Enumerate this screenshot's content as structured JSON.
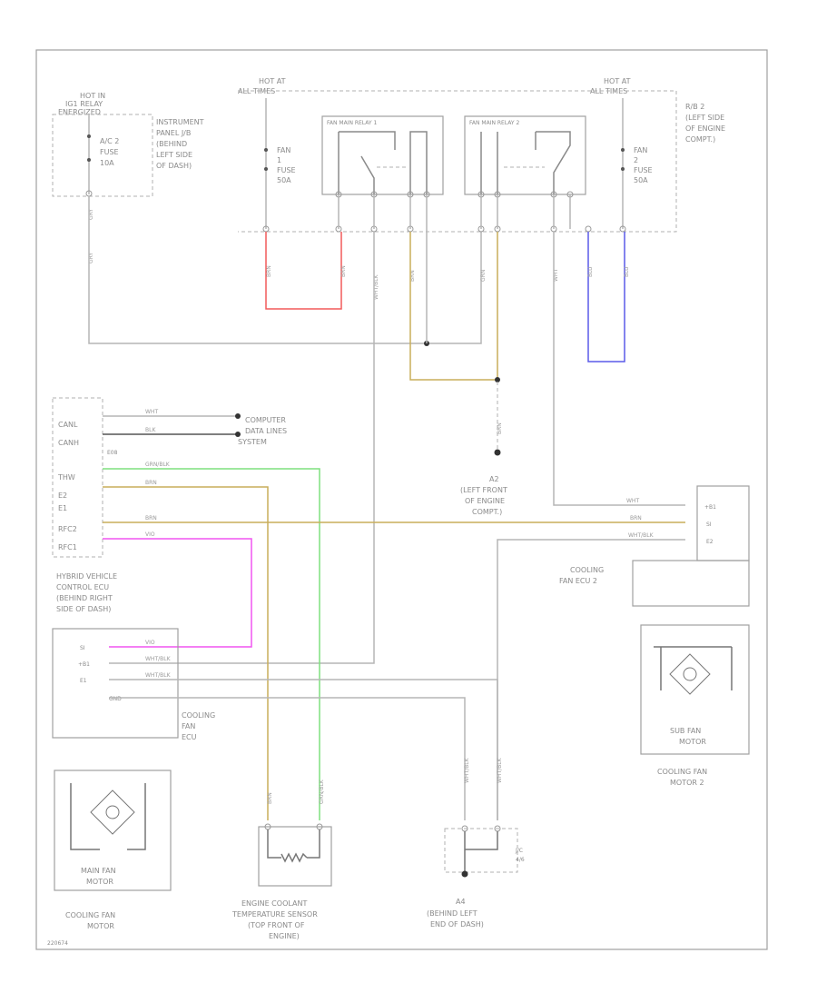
{
  "colors": {
    "frame": "#a0a0a0",
    "gray": "#b5b5b5",
    "red": "#f25a5a",
    "yellow": "#c9ad5a",
    "blue": "#5a5ae8",
    "green": "#7ee07e",
    "magenta": "#f055f0",
    "dark": "#555555"
  },
  "top": {
    "hot_ig_1": "HOT IN",
    "hot_ig_2": "IG1 RELAY",
    "hot_ig_3": "ENERGIZED",
    "hot_at_left_1": "HOT AT",
    "hot_at_left_2": "ALL TIMES",
    "hot_at_right_1": "HOT AT",
    "hot_at_right_2": "ALL TIMES",
    "panel_1": "INSTRUMENT",
    "panel_2": "PANEL J/B",
    "panel_3": "(BEHIND",
    "panel_4": "LEFT SIDE",
    "panel_5": "OF DASH)",
    "fuse_acc_1": "A/C 2",
    "fuse_acc_2": "FUSE",
    "fuse_acc_3": "10A",
    "fuse1_1": "FAN",
    "fuse1_2": "1",
    "fuse1_3": "FUSE",
    "fuse1_4": "50A",
    "fuse2_1": "FAN",
    "fuse2_2": "2",
    "fuse2_3": "FUSE",
    "fuse2_4": "50A",
    "relay1": "FAN MAIN RELAY 1",
    "relay2": "FAN MAIN RELAY 2",
    "rb_1": "R/B 2",
    "rb_2": "(LEFT SIDE",
    "rb_3": "OF ENGINE",
    "rb_4": "COMPT.)"
  },
  "ecu": {
    "pins": [
      "CANL",
      "CANH",
      "E08",
      "THW",
      "E2",
      "E1",
      "RFC2",
      "RFC1"
    ],
    "name_1": "HYBRID VEHICLE",
    "name_2": "CONTROL ECU",
    "name_3": "(BEHIND RIGHT",
    "name_4": "SIDE OF DASH)",
    "data_1": "COMPUTER",
    "data_2": "DATA LINES",
    "data_3": "SYSTEM",
    "w_canl": "WHT",
    "w_canh": "BLK",
    "w_thw": "GRN/BLK",
    "w_e2": "BRN",
    "w_rfc2": "BRN",
    "w_rfc1": "VIO"
  },
  "fan_ecu": {
    "pins": [
      "SI",
      "+B1",
      "E1",
      "GND"
    ],
    "name_1": "COOLING",
    "name_2": "FAN",
    "name_3": "ECU",
    "w_si": "VIO",
    "w_b1": "WHT/BLK",
    "w_e1": "WHT/BLK"
  },
  "fan_ecu2": {
    "pins": [
      "+B1",
      "SI",
      "E2"
    ],
    "name_1": "COOLING",
    "name_2": "FAN ECU 2",
    "w_b1": "WHT",
    "w_si": "BRN",
    "w_e2": "WHT/BLK"
  },
  "ground_a2": {
    "id": "A2",
    "loc_1": "(LEFT FRONT",
    "loc_2": "OF ENGINE",
    "loc_3": "COMPT.)",
    "wire": "BRN"
  },
  "ground_a4": {
    "id": "A4",
    "loc_1": "(BEHIND LEFT",
    "loc_2": "END OF DASH)",
    "jc": "J/C",
    "jc_2": "4/6"
  },
  "motors": {
    "main_1": "MAIN FAN",
    "main_2": "MOTOR",
    "main_caption_1": "COOLING FAN",
    "main_caption_2": "MOTOR",
    "sub_1": "SUB FAN",
    "sub_2": "MOTOR",
    "sub_caption_1": "COOLING FAN",
    "sub_caption_2": "MOTOR 2"
  },
  "sensor": {
    "name_1": "ENGINE COOLANT",
    "name_2": "TEMPERATURE SENSOR",
    "name_3": "(TOP FRONT OF",
    "name_4": "ENGINE)"
  },
  "wires": {
    "red_1": "BRN",
    "red_2": "BRN",
    "relay_w1": "WHT/BLK",
    "relay_w2": "BRN",
    "relay_w3": "GRN",
    "relay_w4": "WHT",
    "blue_1": "BLU",
    "blue_2": "BLU",
    "left_down": "GRY",
    "fuse_acc_out": "GRY",
    "sensor_l": "BRN",
    "sensor_r": "GRN/BLK",
    "a4_l": "WHT/BLK",
    "a4_r": "WHT/BLK"
  },
  "footer": {
    "code": "220674"
  }
}
